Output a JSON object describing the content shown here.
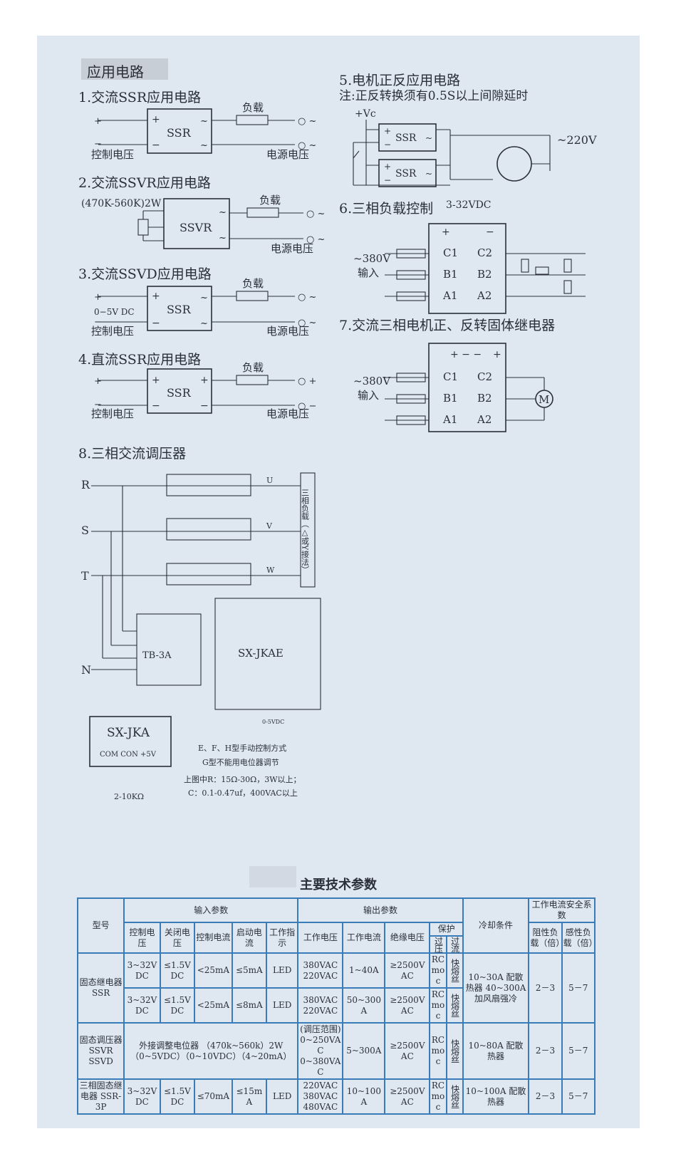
{
  "header": "应用电路",
  "sections": {
    "s1": "1.交流SSR应用电路",
    "s2": "2.交流SSVR应用电路",
    "s3": "3.交流SSVD应用电路",
    "s4": "4.直流SSR应用电路",
    "s5": "5.电机正反应用电路",
    "s5_note": "注:正反转换须有0.5S以上间隙延时",
    "s6": "6.三相负载控制",
    "s7": "7.交流三相电机正、反转固体继电器",
    "s8": "8.三相交流调压器"
  },
  "labels": {
    "ssr": "SSR",
    "ssvr": "SSVR",
    "load": "负载",
    "ctrl_v": "控制电压",
    "power_v": "电源电压",
    "r_spec": "(470K-560K)2W",
    "range_0_5v": "0−5V DC",
    "vc": "+Vc",
    "v220": "~220V",
    "dc3_32": "3-32VDC",
    "v380": "~380V",
    "input": "输入",
    "sx_jkae": "SX-JKAE",
    "tb3a": "TB-3A",
    "sx_jka": "SX-JKA",
    "pot": "2-10KΩ",
    "v0_5vdc": "0-5VDC",
    "three_phase_load": "三相负载（△或Y接法）"
  },
  "notes": {
    "n1": "E、F、H型手动控制方式",
    "n2": "G型不能用电位器调节",
    "n3": "上图中R：15Ω-30Ω，3W以上；",
    "n4": "C：0.1-0.47uf，400VAC以上"
  },
  "table": {
    "title": "主要技术参数",
    "h_model": "型号",
    "h_input": "输入参数",
    "h_output": "输出参数",
    "h_cool": "冷却条件",
    "h_safety": "工作电流安全系数",
    "h_ctrl_v": "控制电压",
    "h_off_v": "关闭电压",
    "h_ctrl_i": "控制电流",
    "h_start_i": "启动电流",
    "h_ind": "工作指示",
    "h_work_v": "工作电压",
    "h_work_i": "工作电流",
    "h_iso_v": "绝缘电压",
    "h_protect": "保护",
    "h_over_v": "过压",
    "h_over_i": "过流",
    "h_resist": "阻性负载（倍）",
    "h_induct": "感性负载（倍）",
    "r1_model": "固态继电器SSR",
    "r1a": [
      "3~32V DC",
      "≤1.5V DC",
      "<25mA",
      "≤5mA",
      "LED",
      "380VAC 220VAC",
      "1~40A",
      "≥2500V AC",
      "RC moc",
      "快熔丝"
    ],
    "r1b": [
      "3~32V DC",
      "≤1.5V DC",
      "<25mA",
      "≤8mA",
      "LED",
      "380VAC 220VAC",
      "50~300A",
      "≥2500V AC",
      "RC moc",
      "快熔丝"
    ],
    "r1_cool": "10~30A 配散热器 40~300A 加风扇强冷",
    "r1_res": "2－3",
    "r1_ind": "5－7",
    "r2_model": "固态调压器 SSVR SSVD",
    "r2_input": "外接调整电位器 （470k~560k）2W （0~5VDC）（0~10VDC）（4~20mA）",
    "r2": [
      "(调压范围) 0~250VAC 0~380VAC",
      "5~300A",
      "≥2500V AC",
      "RC moc",
      "快熔丝"
    ],
    "r2_cool": "10~80A 配散热器",
    "r2_res": "2－3",
    "r2_ind": "5－7",
    "r3_model": "三相固态继电器 SSR-3P",
    "r3": [
      "3~32V DC",
      "≤1.5V DC",
      "≤70mA",
      "≤15mA",
      "LED",
      "220VAC 380VAC 480VAC",
      "10~100A",
      "≥2500V AC",
      "RC moc",
      "快熔丝"
    ],
    "r3_cool": "10~100A 配散热器",
    "r3_res": "2－3",
    "r3_ind": "5－7"
  }
}
